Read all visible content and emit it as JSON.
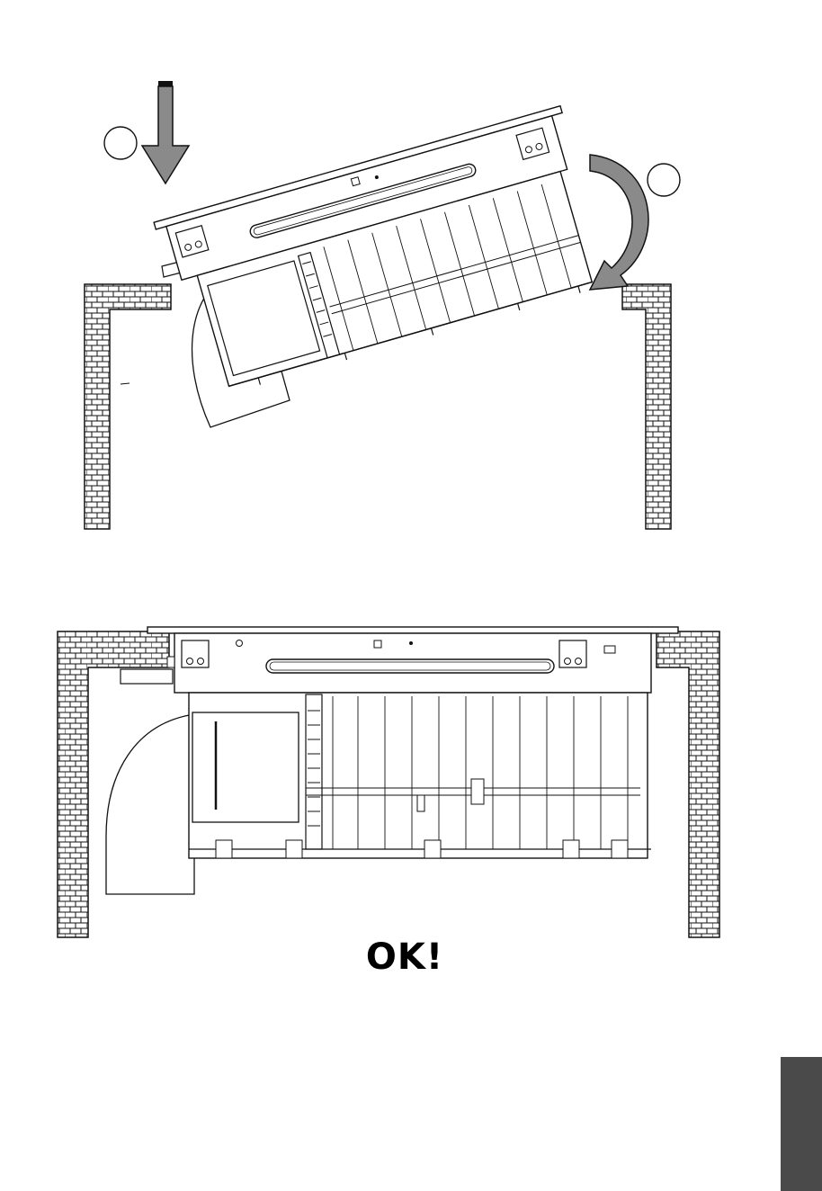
{
  "step1": {
    "markers": [
      {
        "id": "circle-marker-1",
        "label": ""
      },
      {
        "id": "circle-marker-2",
        "label": ""
      }
    ],
    "push_arrow_color": "#808080",
    "rotate_arrow_color": "#808080"
  },
  "step2": {
    "result_label": "OK!"
  },
  "page": {
    "tab_color": "#4a4a4a",
    "line_color": "#111111"
  }
}
